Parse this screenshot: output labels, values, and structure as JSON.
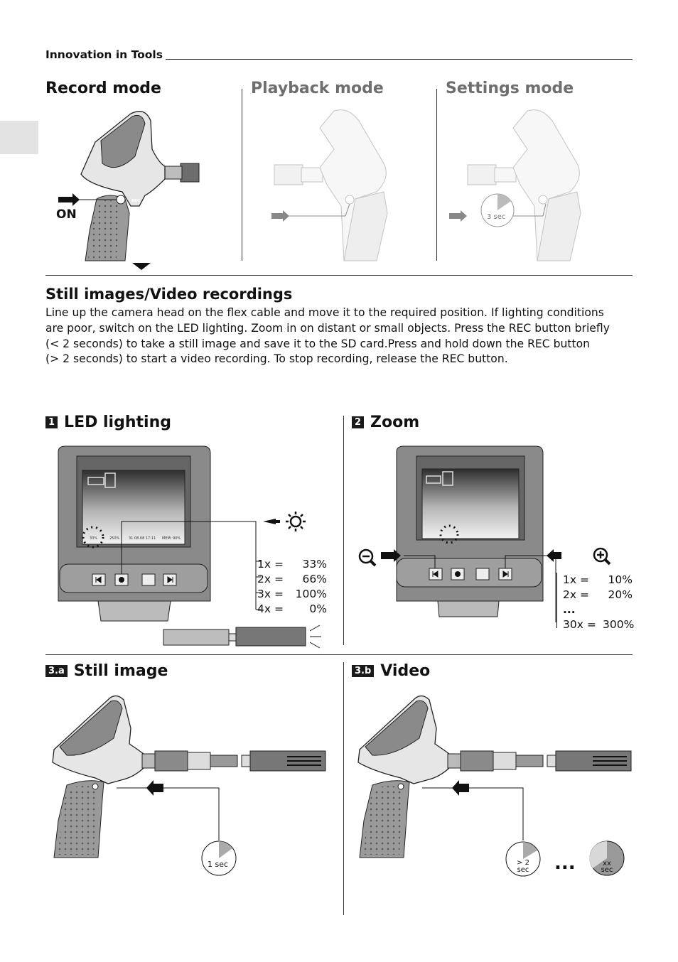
{
  "header": {
    "brand": "Innovation in Tools"
  },
  "modes": [
    {
      "title": "Record mode",
      "active": true,
      "label": "ON"
    },
    {
      "title": "Playback mode",
      "active": false
    },
    {
      "title": "Settings mode",
      "active": false,
      "timer": "3 sec"
    }
  ],
  "recording_section": {
    "title": "Still images/Video recordings",
    "lines": [
      "Line up the camera head on the flex cable and move it to the required position. If lighting conditions",
      "are poor, switch on the LED lighting. Zoom in on distant or small objects. Press the REC button briefly",
      "(< 2 seconds) to take a still image and save it to the SD card.Press and hold down the REC button",
      "(> 2 seconds) to start a video recording. To stop recording, release the REC button."
    ]
  },
  "led": {
    "number": "1",
    "title": "LED lighting",
    "levels": [
      {
        "key": "1x =",
        "value": "33%"
      },
      {
        "key": "2x =",
        "value": "66%"
      },
      {
        "key": "3x =",
        "value": "100%"
      },
      {
        "key": "4x =",
        "value": "0%"
      }
    ]
  },
  "zoom": {
    "number": "2",
    "title": "Zoom",
    "levels": [
      {
        "key": "1x =",
        "value": "10%"
      },
      {
        "key": "2x =",
        "value": "20%"
      },
      {
        "key": "...",
        "value": ""
      },
      {
        "key": "30x =",
        "value": "300%"
      }
    ]
  },
  "screen_status": {
    "led": "33%",
    "zoom": "250%",
    "datetime": "31.08.08  17:11",
    "memory": "MEM: 90%"
  },
  "still_image": {
    "number": "3.a",
    "title": "Still image",
    "timer": "1 sec"
  },
  "video": {
    "number": "3.b",
    "title": "Video",
    "timer1_a": "> 2",
    "timer1_b": "sec",
    "ellipsis": "...",
    "timer2_a": "xx",
    "timer2_b": "sec"
  },
  "device": {
    "rec_label": "REC"
  },
  "colors": {
    "text": "#111111",
    "inactive_title": "#6e6e6e",
    "device_grey": "#8a8a8a",
    "rule": "#333333"
  }
}
